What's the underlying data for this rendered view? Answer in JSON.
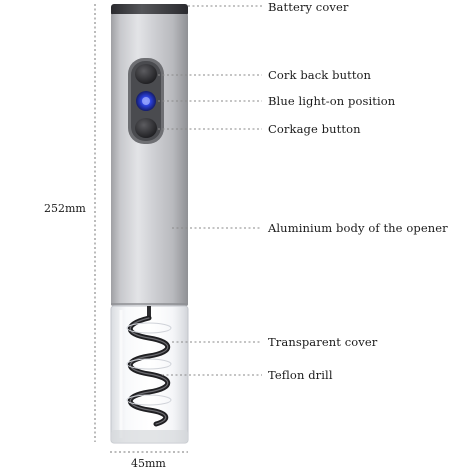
{
  "dimensions": {
    "height": "252mm",
    "width": "45mm"
  },
  "callouts": [
    "Battery cover",
    "Cork back button",
    "Blue light-on position",
    "Corkage button",
    "Aluminium body of the opener",
    "Transparent cover",
    "Teflon drill"
  ],
  "colors": {
    "body_silver": "#c8c8cc",
    "cap_dark": "#3a3a3e",
    "indicator_blue": "#2a3fd6",
    "leader_line": "#8a8a8a"
  }
}
